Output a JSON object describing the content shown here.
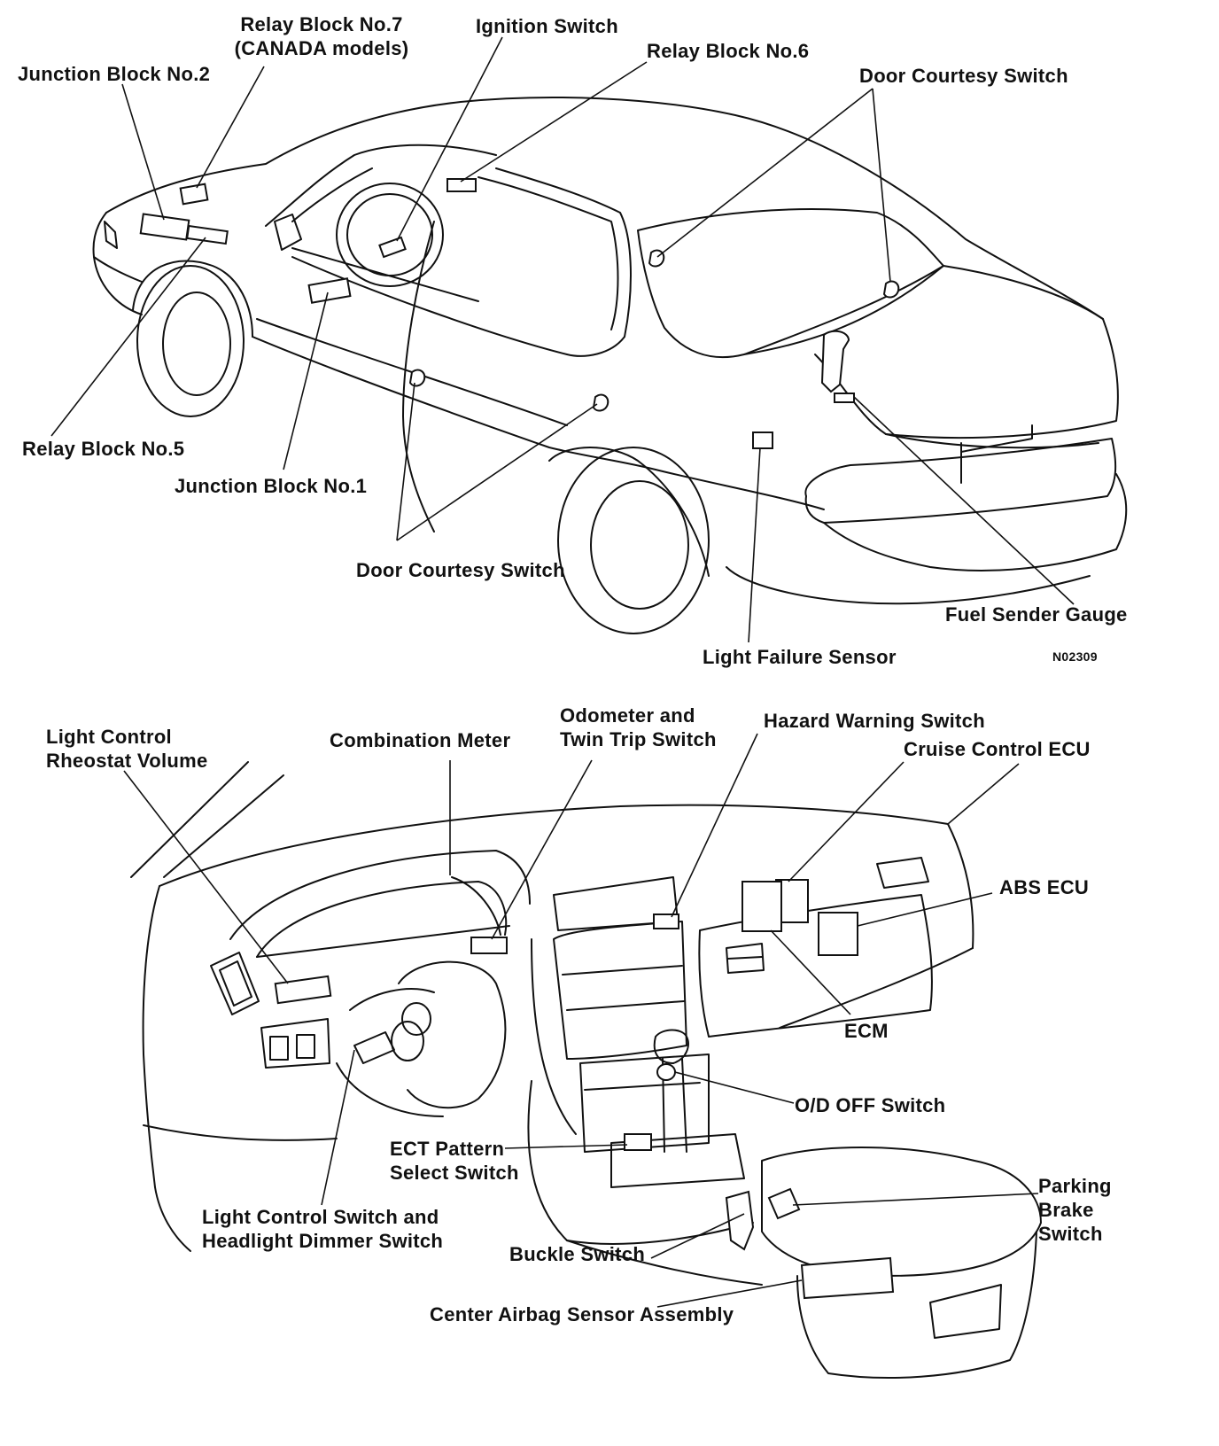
{
  "top": {
    "labels": {
      "relay_block_7_line1": "Relay Block No.7",
      "relay_block_7_line2": "(CANADA models)",
      "ignition_switch": "Ignition Switch",
      "relay_block_6": "Relay Block No.6",
      "door_courtesy_switch_rear": "Door Courtesy Switch",
      "junction_block_2": "Junction Block No.2",
      "relay_block_5": "Relay Block No.5",
      "junction_block_1": "Junction Block No.1",
      "door_courtesy_switch_front": "Door Courtesy Switch",
      "fuel_sender_gauge": "Fuel Sender Gauge",
      "light_failure_sensor": "Light Failure Sensor",
      "figure_code": "N02309"
    }
  },
  "bottom": {
    "labels": {
      "light_control_rheostat_line1": "Light Control",
      "light_control_rheostat_line2": "Rheostat Volume",
      "combination_meter": "Combination Meter",
      "odometer_line1": "Odometer and",
      "odometer_line2": "Twin Trip Switch",
      "hazard_warning_switch": "Hazard Warning Switch",
      "cruise_control_ecu": "Cruise Control ECU",
      "abs_ecu": "ABS ECU",
      "ecm": "ECM",
      "od_off_switch": "O/D OFF Switch",
      "ect_pattern_line1": "ECT Pattern",
      "ect_pattern_line2": "Select Switch",
      "parking_brake_line1": "Parking",
      "parking_brake_line2": "Brake",
      "parking_brake_line3": "Switch",
      "light_control_switch_line1": "Light Control Switch and",
      "light_control_switch_line2": "Headlight Dimmer Switch",
      "buckle_switch": "Buckle Switch",
      "center_airbag_sensor": "Center Airbag Sensor Assembly"
    }
  }
}
